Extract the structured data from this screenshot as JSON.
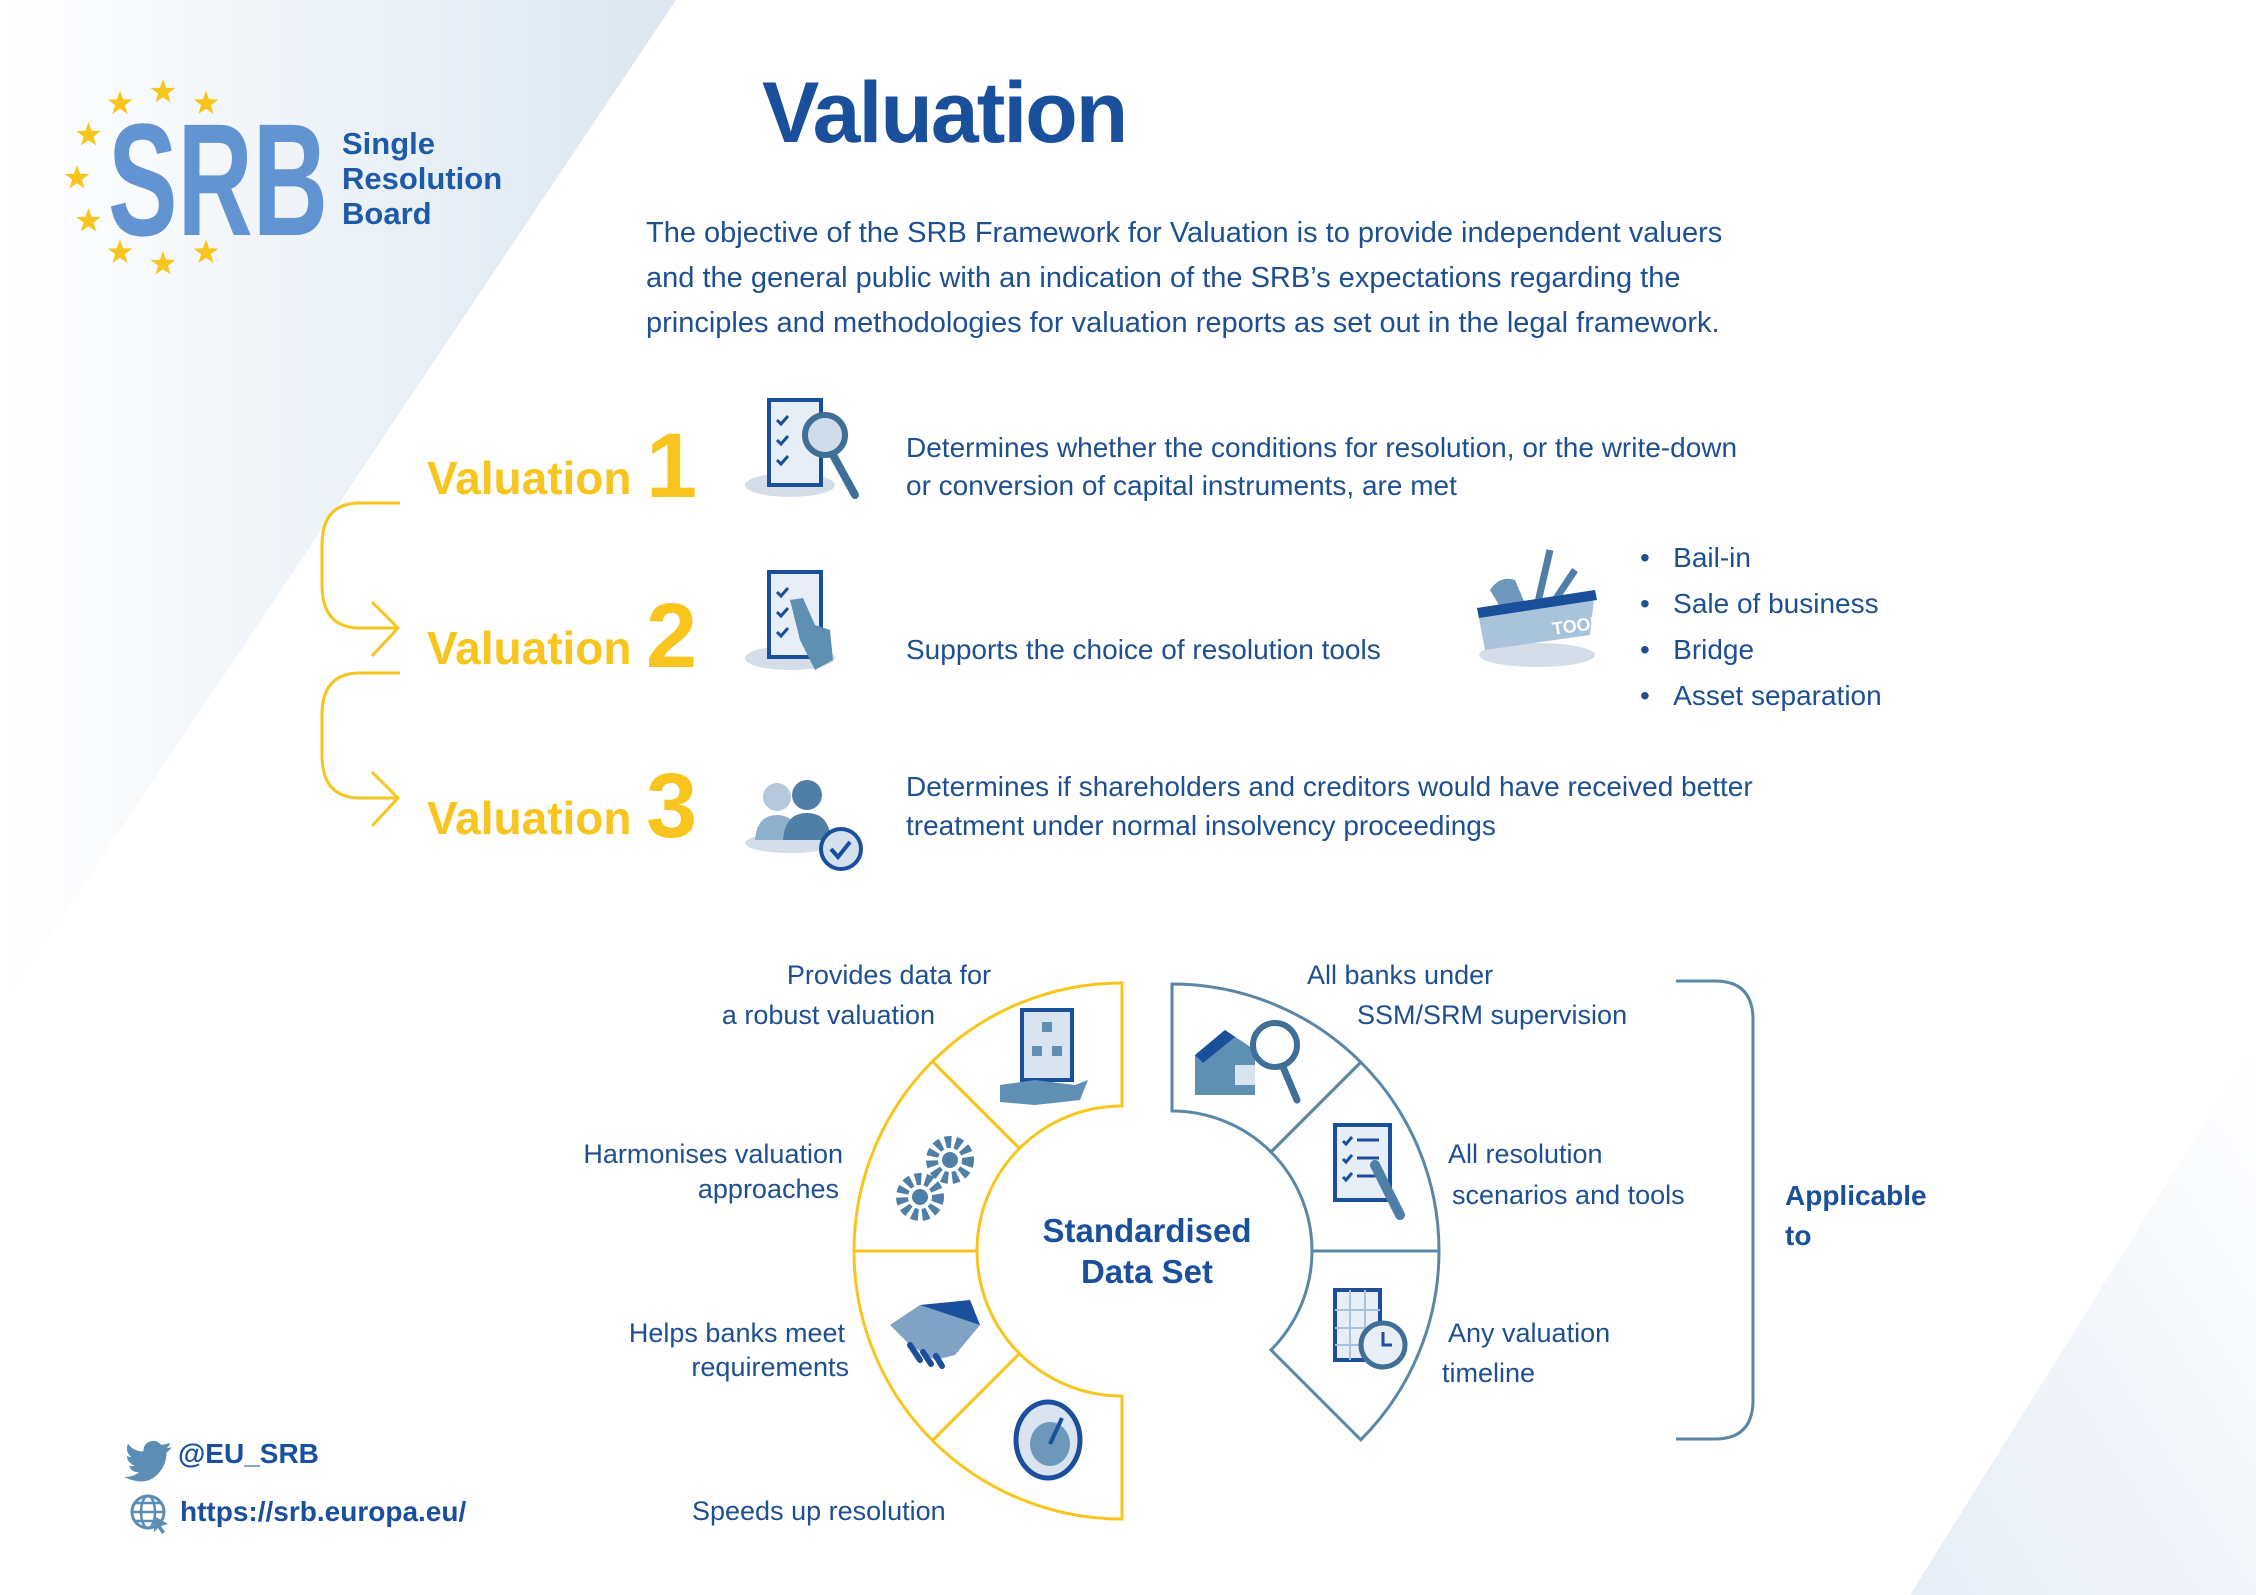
{
  "logo": {
    "letters": "SRB",
    "lines": [
      "Single",
      "Resolution",
      "Board"
    ]
  },
  "title": "Valuation",
  "intro": [
    "The objective of the SRB Framework for Valuation is to provide independent valuers",
    "and the general public with an indication of the SRB’s expectations regarding the",
    "principles and methodologies for valuation reports as set out in the legal framework."
  ],
  "valuations": [
    {
      "label": "Valuation",
      "number": "1",
      "icon": "checklist-magnifier-icon",
      "description": [
        "Determines whether the conditions for resolution, or the write-down",
        "or conversion of capital instruments, are met"
      ]
    },
    {
      "label": "Valuation",
      "number": "2",
      "icon": "checklist-hand-icon",
      "description": [
        "Supports the choice of resolution tools"
      ]
    },
    {
      "label": "Valuation",
      "number": "3",
      "icon": "people-check-icon",
      "description": [
        "Determines if shareholders and creditors would have received better",
        "treatment under normal insolvency proceedings"
      ]
    }
  ],
  "toolbox": {
    "icon": "toolbox-icon",
    "label": "TOOLS",
    "bullets": [
      "Bail-in",
      "Sale of business",
      "Bridge",
      "Asset separation"
    ]
  },
  "data_set": {
    "center": [
      "Standardised",
      "Data Set"
    ],
    "benefits": [
      {
        "lines": [
          "Provides data for",
          "a robust valuation"
        ],
        "icon": "document-hand-icon"
      },
      {
        "lines": [
          "Harmonises valuation",
          "approaches"
        ],
        "icon": "gears-icon"
      },
      {
        "lines": [
          "Helps banks meet",
          "requirements"
        ],
        "icon": "handshake-icon"
      },
      {
        "lines": [
          "Speeds up resolution"
        ],
        "icon": "speedometer-icon"
      }
    ],
    "applicable": [
      {
        "lines": [
          "All banks under",
          "SSM/SRM supervision"
        ],
        "icon": "bank-magnifier-icon"
      },
      {
        "lines": [
          "All resolution",
          "scenarios and tools"
        ],
        "icon": "checklist-pen-icon"
      },
      {
        "lines": [
          "Any valuation",
          "timeline"
        ],
        "icon": "calendar-clock-icon"
      }
    ],
    "applicable_label": [
      "Applicable",
      "to"
    ]
  },
  "footer": {
    "twitter": "@EU_SRB",
    "website": "https://srb.europa.eu/"
  },
  "colors": {
    "blue": "#1a4f9c",
    "yellow": "#f7c51e",
    "steel": "#5b87a6",
    "light": "#dde7f1"
  }
}
